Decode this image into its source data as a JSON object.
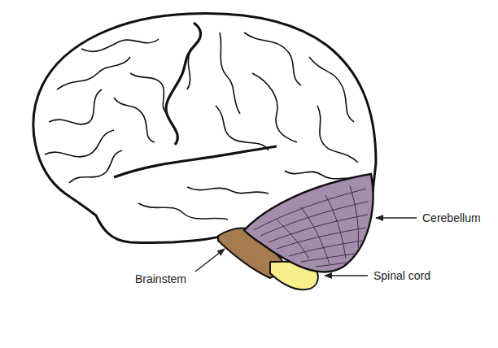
{
  "diagram": {
    "labels": [
      "Cerebellum",
      "Spinal cord",
      "Brainstem"
    ]
  }
}
